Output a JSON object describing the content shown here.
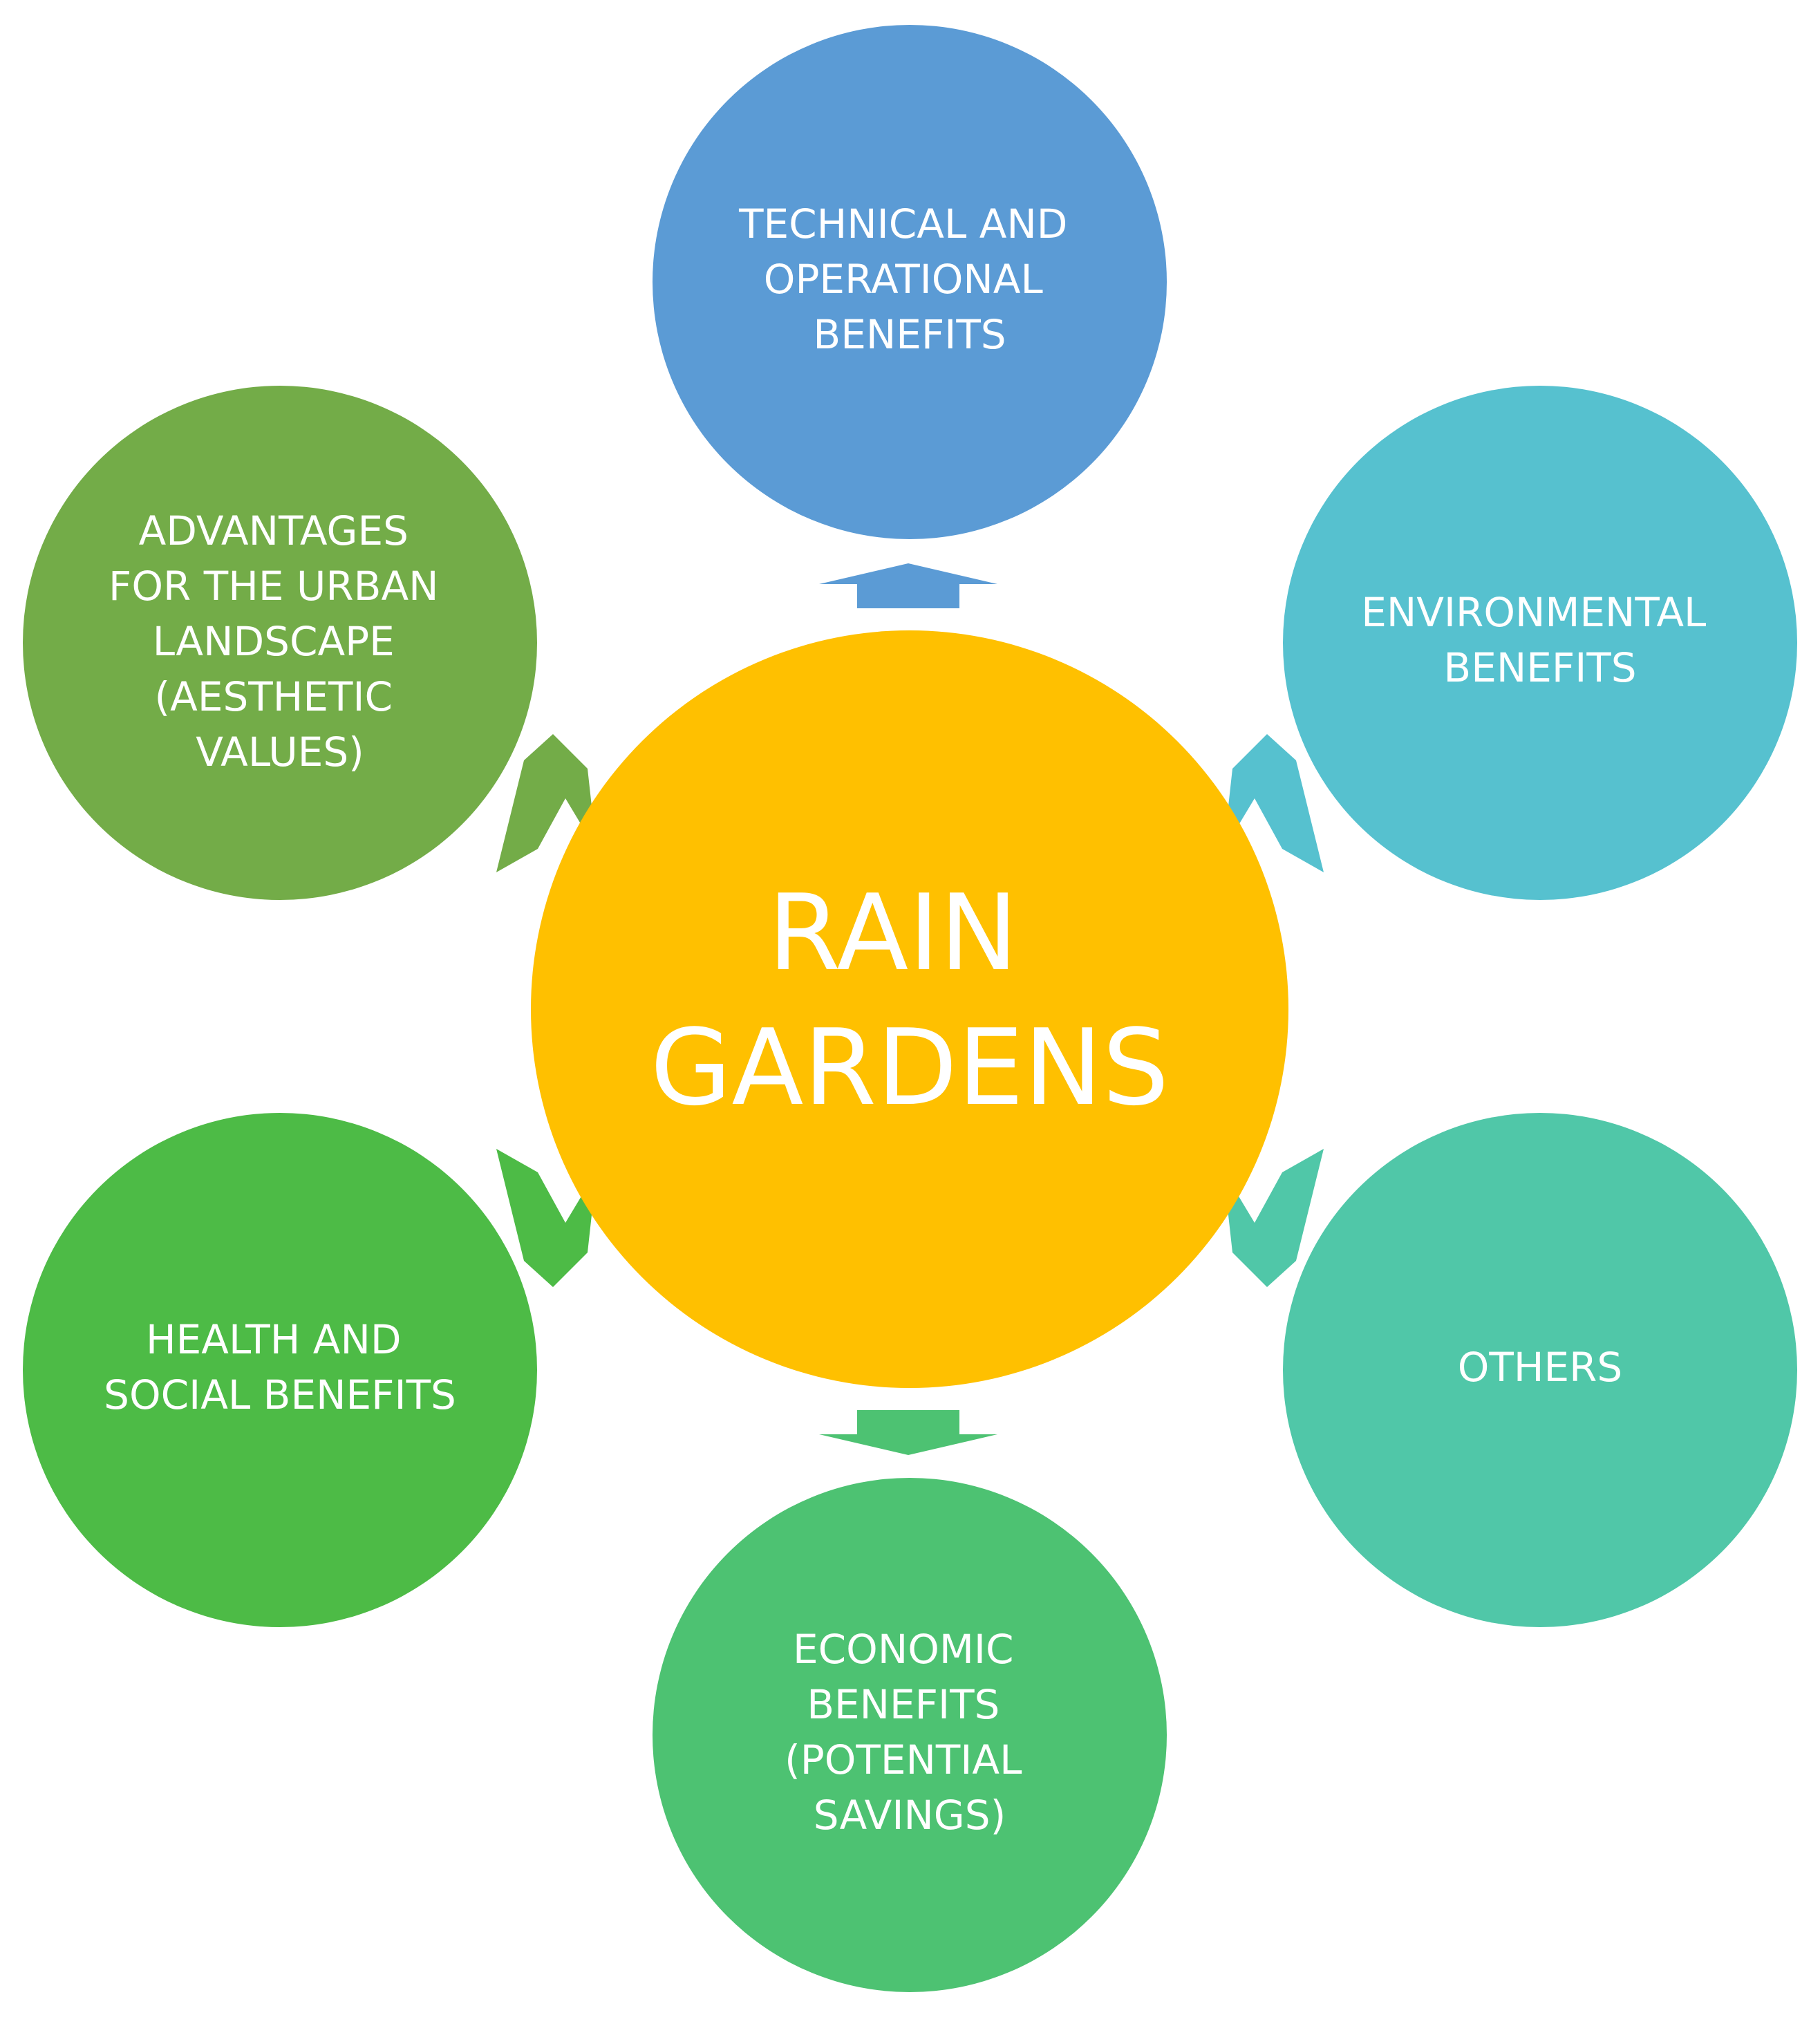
{
  "center": {
    "lines": [
      "RAIN",
      "GARDENS"
    ],
    "color": "#FFC000"
  },
  "nodes": [
    {
      "id": "technical",
      "lines": [
        "TECHNICAL AND",
        "OPERATIONAL",
        "BENEFITS"
      ],
      "color": "#5B9BD5"
    },
    {
      "id": "environmental",
      "lines": [
        "ENVIRONMENTAL",
        "BENEFITS"
      ],
      "color": "#56C1CF"
    },
    {
      "id": "others",
      "lines": [
        "OTHERS"
      ],
      "color": "#50C7A8"
    },
    {
      "id": "economic",
      "lines": [
        "ECONOMIC",
        "BENEFITS",
        "(POTENTIAL",
        "SAVINGS)"
      ],
      "color": "#4DC272"
    },
    {
      "id": "health",
      "lines": [
        "HEALTH AND",
        "SOCIAL BENEFITS"
      ],
      "color": "#4DBB46"
    },
    {
      "id": "urban",
      "lines": [
        "ADVANTAGES",
        "FOR THE URBAN",
        "LANDSCAPE",
        "(AESTHETIC",
        "VALUES)"
      ],
      "color": "#73AC48"
    }
  ]
}
